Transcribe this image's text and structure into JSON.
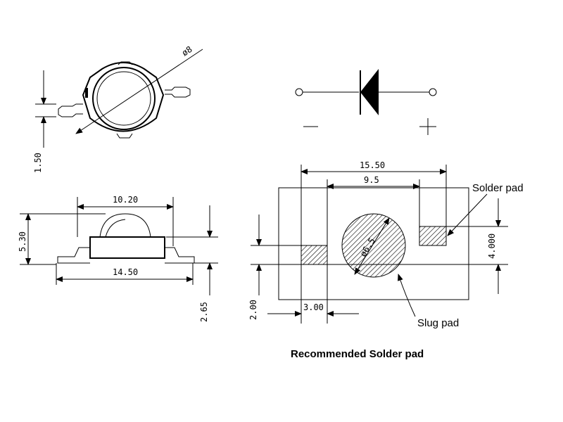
{
  "top_view": {
    "diameter_label": "ø8",
    "pin_width_label": "1.50",
    "polarity_mark": "I"
  },
  "side_view": {
    "lens_width_label": "10.20",
    "body_width_label": "14.50",
    "total_height_label": "5.30",
    "lead_height_label": "2.65"
  },
  "symbol": {
    "minus_label": "—",
    "plus_label": "+"
  },
  "solder_layout": {
    "overall_width_label": "15.50",
    "inner_width_label": "9.5",
    "slug_diameter_label": "ø6.5",
    "pad_height_label": "4.000",
    "pad_width_label": "3.00",
    "pad_offset_label": "2.00",
    "solder_pad_callout": "Solder pad",
    "slug_pad_callout": "Slug pad",
    "caption": "Recommended Solder pad"
  }
}
